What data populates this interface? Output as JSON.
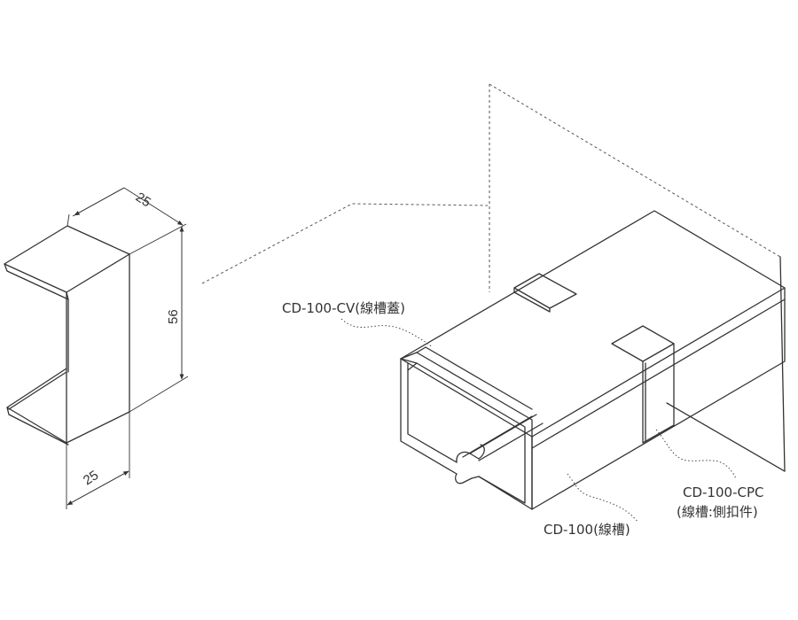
{
  "diagram": {
    "dimensions": {
      "top_width": "25",
      "height": "56",
      "bottom_width": "25"
    },
    "callouts": {
      "cover": "CD-100-CV(線槽蓋)",
      "duct": "CD-100(線槽)",
      "clip_code": "CD-100-CPC",
      "clip_desc": "(線槽:側扣件)"
    },
    "colors": {
      "line": "#333333",
      "text": "#333333",
      "background": "#ffffff"
    }
  }
}
